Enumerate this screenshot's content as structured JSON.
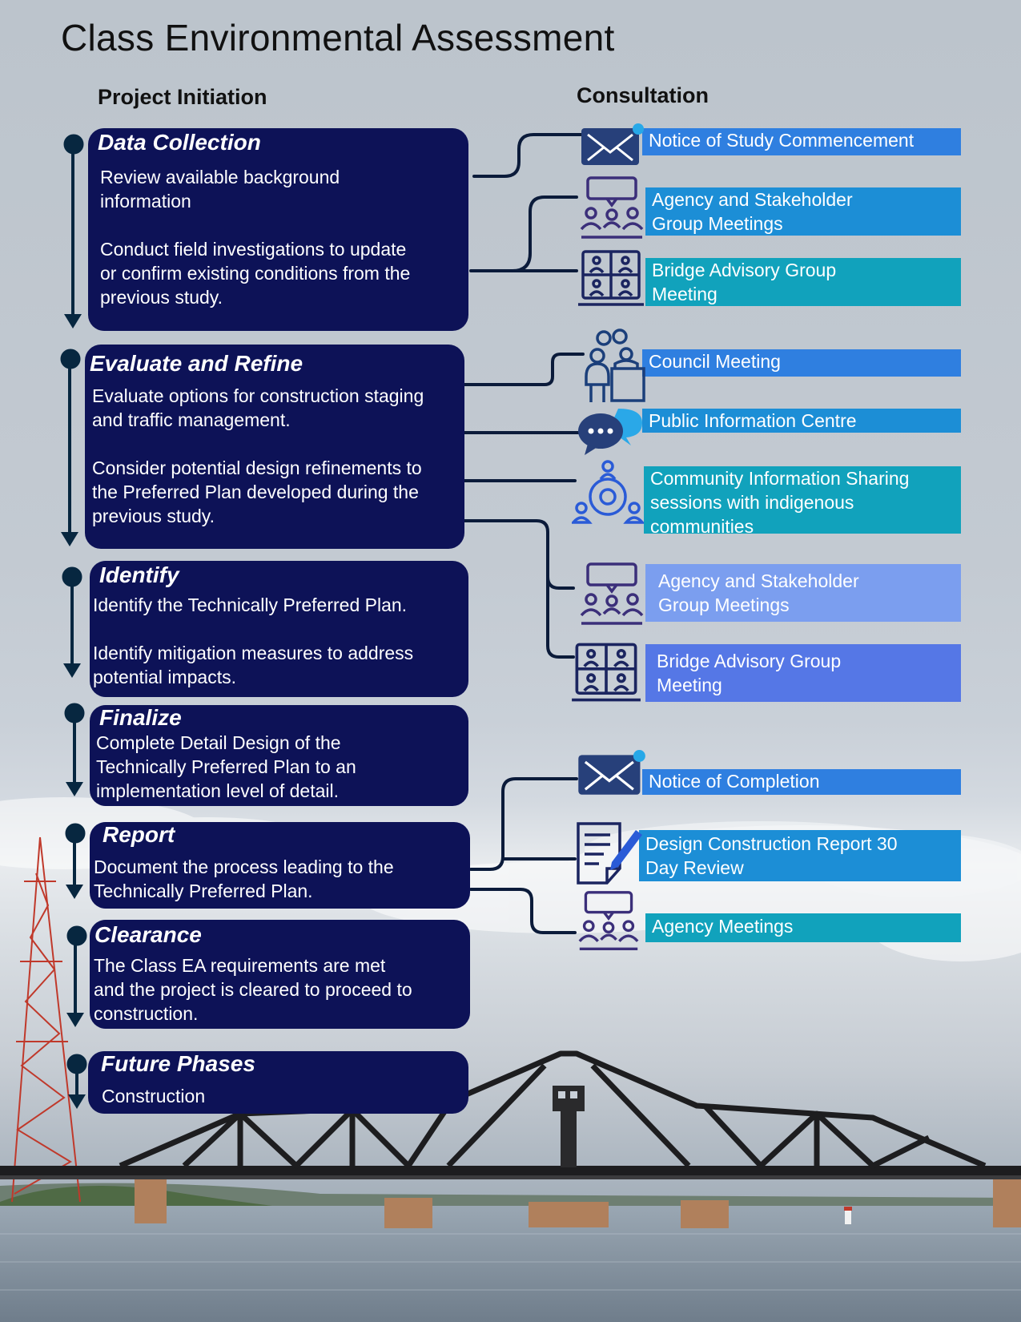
{
  "title": "Class Environmental Assessment",
  "columns": {
    "left": "Project Initiation",
    "right": "Consultation"
  },
  "stages": [
    {
      "title": "Data Collection",
      "text": "Review available background\ninformation\n\nConduct field investigations to update\nor confirm existing conditions from the\nprevious study."
    },
    {
      "title": "Evaluate and Refine",
      "text": "Evaluate options for construction staging\nand traffic management.\n\nConsider potential design refinements to\nthe Preferred Plan developed during the\nprevious study."
    },
    {
      "title": "Identify",
      "text": "Identify the Technically Preferred Plan.\n\nIdentify mitigation measures to address\npotential impacts."
    },
    {
      "title": "Finalize",
      "text": "Complete Detail Design of the\nTechnically Preferred Plan to an\nimplementation level of detail."
    },
    {
      "title": "Report",
      "text": "Document the process leading to the\nTechnically Preferred Plan."
    },
    {
      "title": "Clearance",
      "text": "The Class EA requirements are met\nand the project is cleared to proceed to\nconstruction."
    },
    {
      "title": "Future Phases",
      "text": "Construction"
    }
  ],
  "consultation": [
    {
      "label": "Notice of Study Commencement",
      "icon": "envelope-icon",
      "color": "#2f7fe0"
    },
    {
      "label": "Agency and Stakeholder\nGroup Meetings",
      "icon": "meeting-icon",
      "color": "#1c8ed6"
    },
    {
      "label": "Bridge Advisory Group\nMeeting",
      "icon": "video-conference-icon",
      "color": "#11a2bc"
    },
    {
      "label": "Council Meeting",
      "icon": "council-icon",
      "color": "#2f7fe0"
    },
    {
      "label": "Public Information Centre",
      "icon": "chat-bubbles-icon",
      "color": "#1c8ed6"
    },
    {
      "label": "Community Information Sharing\nsessions with indigenous\ncommunities",
      "icon": "community-network-icon",
      "color": "#11a2bc"
    },
    {
      "label": "Agency and Stakeholder\nGroup Meetings",
      "icon": "meeting-icon",
      "color": "#7b9eef"
    },
    {
      "label": "Bridge Advisory Group\nMeeting",
      "icon": "video-conference-icon",
      "color": "#5577e6"
    },
    {
      "label": "Notice of Completion",
      "icon": "envelope-icon",
      "color": "#2f7fe0"
    },
    {
      "label": "Design Construction Report 30\nDay Review",
      "icon": "document-pen-icon",
      "color": "#1c8ed6"
    },
    {
      "label": "Agency Meetings",
      "icon": "meeting-icon",
      "color": "#11a2bc"
    }
  ]
}
